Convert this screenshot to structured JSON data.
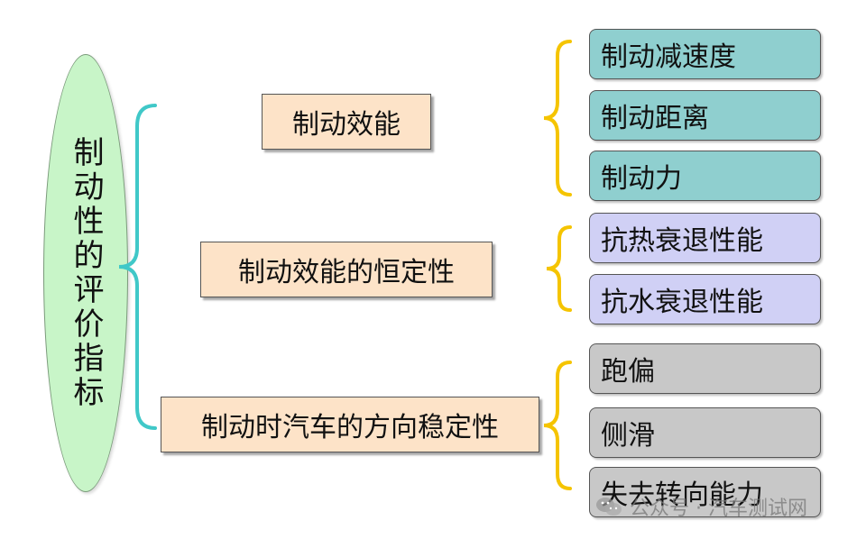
{
  "root": {
    "label": "制动性的评价指标"
  },
  "categories": [
    {
      "label": "制动效能",
      "children": [
        "制动减速度",
        "制动距离",
        "制动力"
      ]
    },
    {
      "label": "制动效能的恒定性",
      "children": [
        "抗热衰退性能",
        "抗水衰退性能"
      ]
    },
    {
      "label": "制动时汽车的方向稳定性",
      "children": [
        "跑偏",
        "侧滑",
        "失去转向能力"
      ]
    }
  ],
  "colors": {
    "root_fill": "#c8f5c8",
    "category_fill": "#fde3c8",
    "group1_fill": "#8fcfcf",
    "group2_fill": "#d0d0f5",
    "group3_fill": "#c8c8c8",
    "brace_left": "#40c8c8",
    "brace_right": "#f5c400"
  },
  "watermark": {
    "text": "公众号 · 汽车测试网",
    "icon": "wechat-icon"
  }
}
